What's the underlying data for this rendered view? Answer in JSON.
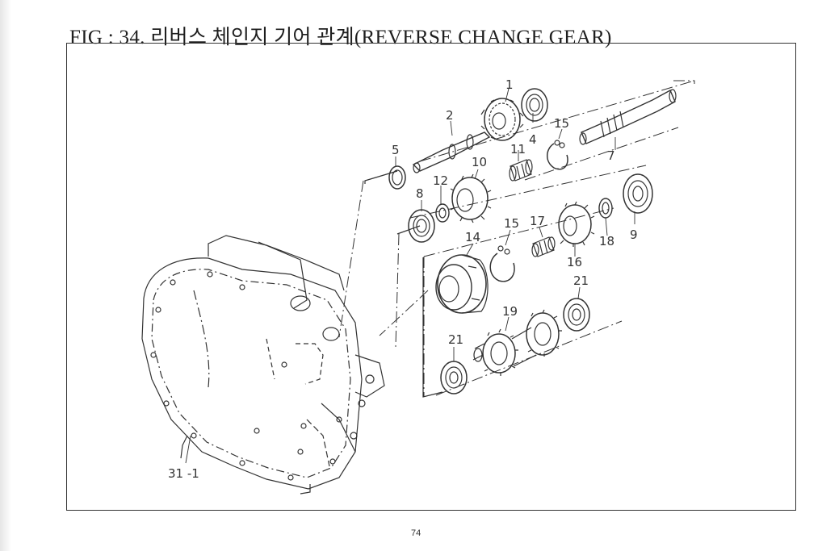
{
  "figure": {
    "title": "FIG : 34. 리버스 체인지 기어 관계(REVERSE CHANGE GEAR)",
    "page_number": "74"
  },
  "callouts": {
    "c1": "1",
    "c2": "2",
    "c4": "4",
    "c5": "5",
    "c7": "7",
    "c8": "8",
    "c9": "9",
    "c10": "10",
    "c11": "11",
    "c12": "12",
    "c14": "14",
    "c15a": "15",
    "c15b": "15",
    "c16": "16",
    "c17": "17",
    "c18": "18",
    "c19": "19",
    "c21a": "21",
    "c21b": "21",
    "c31": "31 -1"
  }
}
